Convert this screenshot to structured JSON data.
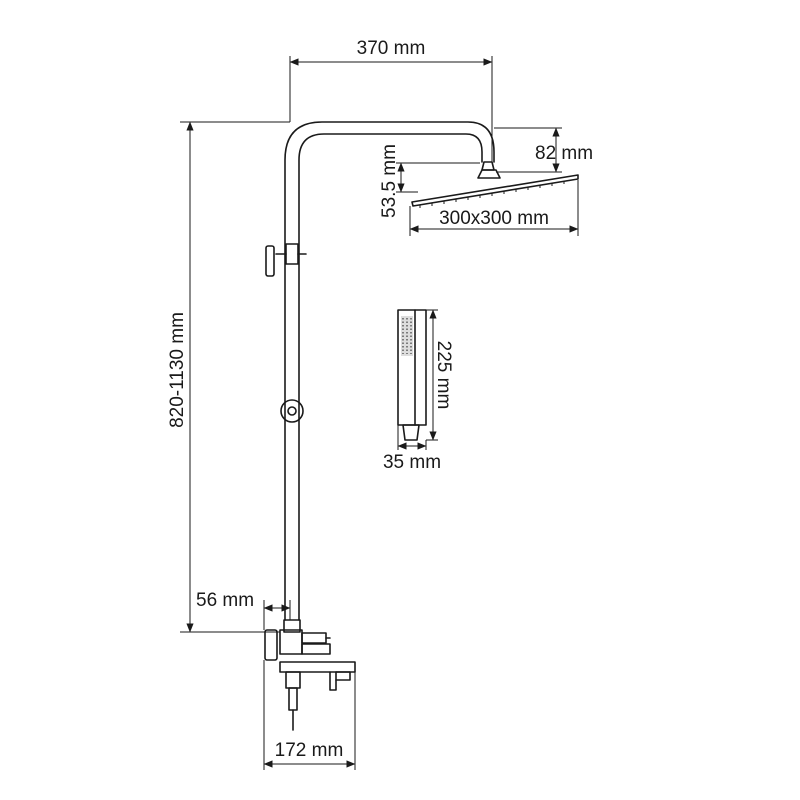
{
  "dimensions": {
    "arm_length": "370 mm",
    "head_drop": "82 mm",
    "head_height": "53.5 mm",
    "head_size": "300x300 mm",
    "height_range": "820-1130 mm",
    "handset_length": "225 mm",
    "handset_width": "35 mm",
    "wall_offset": "56 mm",
    "mixer_depth": "172 mm"
  }
}
